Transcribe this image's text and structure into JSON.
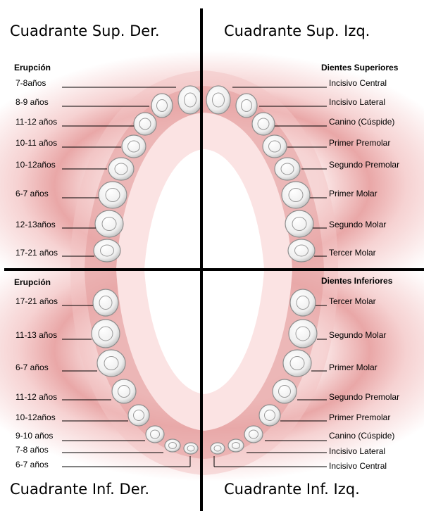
{
  "quadrants": {
    "upper_right": "Cuadrante Sup. Der.",
    "upper_left": "Cuadrante Sup. Izq.",
    "lower_right": "Cuadrante Inf. Der.",
    "lower_left": "Cuadrante Inf. Izq."
  },
  "upper": {
    "eruption_header": "Erupción",
    "teeth_header": "Dientes Superiores",
    "eruption": [
      "7-8años",
      "8-9 años",
      "11-12 años",
      "10-11 años",
      "10-12años",
      "6-7 años",
      "12-13años",
      "17-21 años"
    ],
    "teeth": [
      "Incisivo Central",
      "Incisivo Lateral",
      "Canino (Cúspide)",
      "Primer Premolar",
      "Segundo Premolar",
      "Primer Molar",
      "Segundo Molar",
      "Tercer Molar"
    ]
  },
  "lower": {
    "eruption_header": "Erupción",
    "teeth_header": "Dientes Inferiores",
    "eruption": [
      "17-21 años",
      "11-13 años",
      "6-7 años",
      "11-12 años",
      "10-12años",
      "9-10 años",
      "7-8 años",
      "6-7 años"
    ],
    "teeth": [
      "Tercer Molar",
      "Segundo Molar",
      "Primer Molar",
      "Segundo Premolar",
      "Primer Premolar",
      "Canino (Cúspide)",
      "Incisivo Lateral",
      "Incisivo Central"
    ]
  }
}
